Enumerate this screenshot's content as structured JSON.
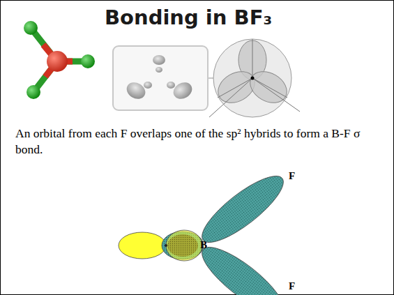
{
  "diagram": {
    "title": "Bonding in BF₃",
    "labels": [
      "An orbital from each F overlaps one of the sp² hybrids to form a B-F σ bond.",
      "F",
      "B",
      "F"
    ]
  }
}
